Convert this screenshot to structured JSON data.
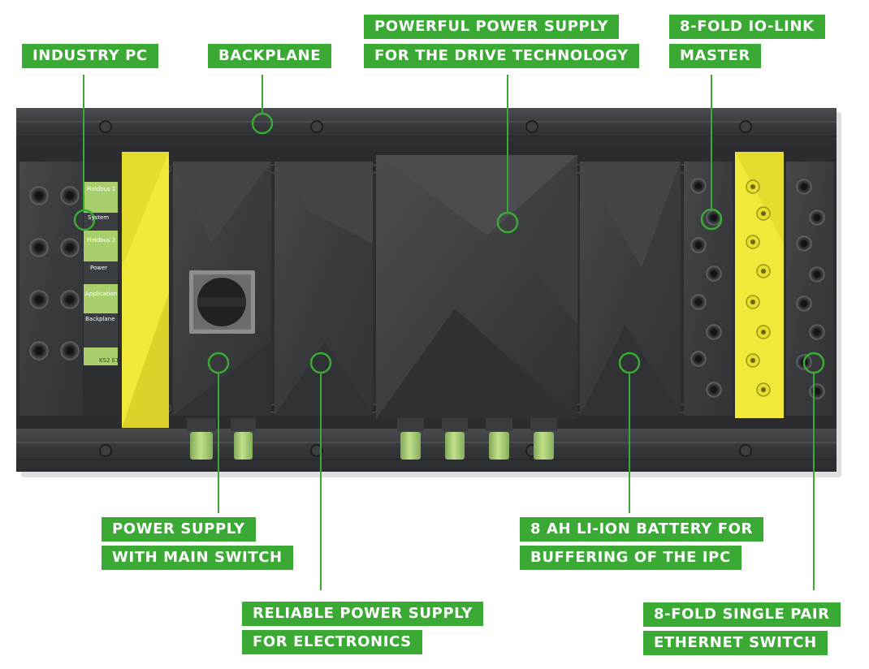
{
  "callouts": {
    "industry_pc": [
      "INDUSTRY PC"
    ],
    "backplane": [
      "BACKPLANE"
    ],
    "drive_power": [
      "POWERFUL POWER SUPPLY",
      "FOR THE DRIVE TECHNOLOGY"
    ],
    "io_link": [
      "8-FOLD IO-LINK",
      "MASTER"
    ],
    "main_switch": [
      "POWER SUPPLY",
      "WITH MAIN SWITCH"
    ],
    "electronics_power": [
      "RELIABLE POWER SUPPLY",
      "FOR ELECTRONICS"
    ],
    "battery": [
      "8 AH LI-ION BATTERY FOR",
      "BUFFERING OF THE IPC"
    ],
    "spe_switch": [
      "8-FOLD SINGLE PAIR",
      "ETHERNET SWITCH"
    ]
  },
  "ipc_panel": {
    "fieldbus1": "Fieldbus 1",
    "system": "System",
    "fieldbus2": "Fieldbus 2",
    "power": "Power",
    "application": "Application",
    "backplane": "Backplane",
    "model": "KS2 E1"
  },
  "colors": {
    "accent": "#3aaa35",
    "housing": "#2f3133",
    "cover": "#3a3c3f",
    "yellow": "#f2e83a",
    "ipc_green": "#a9cf6c"
  }
}
